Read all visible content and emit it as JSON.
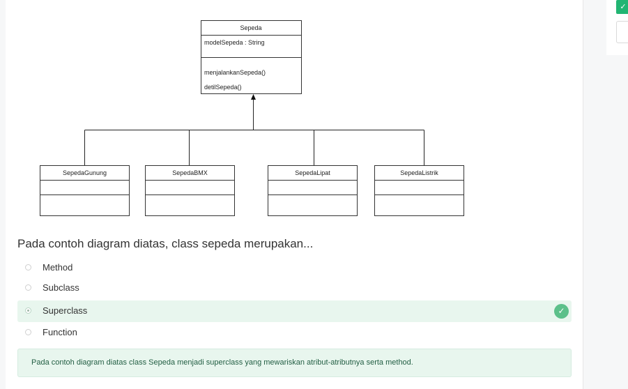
{
  "diagram": {
    "superclass": {
      "name": "Sepeda",
      "attribute": "modelSepeda : String",
      "methods": [
        "menjalankanSepeda()",
        "detilSepeda()"
      ]
    },
    "subclasses": [
      "SepedaGunung",
      "SepedaBMX",
      "SepedaLipat",
      "SepedaListrik"
    ]
  },
  "quiz": {
    "question": "Pada contoh diagram diatas, class sepeda merupakan...",
    "options": [
      "Method",
      "Subclass",
      "Superclass",
      "Function"
    ],
    "selected_index": 2,
    "feedback": "Pada contoh diagram diatas class Sepeda menjadi superclass yang mewariskan atribut-atributnya serta method."
  },
  "sidebar": {
    "status_icon": "check-icon"
  },
  "colors": {
    "correct": "#22b573",
    "correct_bg": "#e8f6ee"
  }
}
